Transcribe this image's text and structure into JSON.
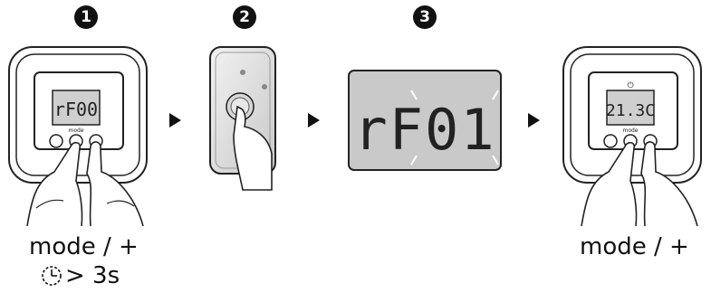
{
  "steps": [
    {
      "number": "1"
    },
    {
      "number": "2"
    },
    {
      "number": "3"
    },
    {
      "number": ""
    }
  ],
  "display_1": {
    "text": "rF00",
    "label": "mode"
  },
  "display_3": {
    "text": "rF01"
  },
  "display_4": {
    "text": "21.3C",
    "label": "mode"
  },
  "captions": {
    "step1_line1": "mode / +",
    "step1_line2": "> 3s",
    "step4": "mode / +"
  },
  "colors": {
    "lcd": "#c9c9c9",
    "lcd_dark": "#9e9e9e",
    "outline": "#222222",
    "arrow": "#111111"
  }
}
